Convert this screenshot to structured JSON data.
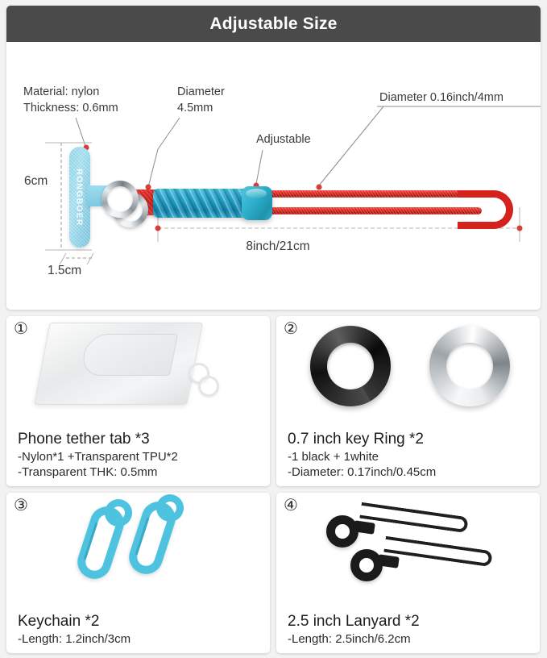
{
  "header": {
    "title": "Adjustable Size"
  },
  "diagram": {
    "annotations": {
      "material": "Material: nylon\nThickness: 0.6mm",
      "diameter_braid": "Diameter\n4.5mm",
      "adjustable": "Adjustable",
      "diameter_red": "Diameter 0.16inch/4mm"
    },
    "dimensions": {
      "height": "6cm",
      "width": "1.5cm",
      "length": "8inch/21cm"
    },
    "brand_text": "RONGBOER"
  },
  "cards": [
    {
      "number": "①",
      "title": "Phone tether tab *3",
      "lines": [
        "-Nylon*1 +Transparent TPU*2",
        "-Transparent THK: 0.5mm"
      ]
    },
    {
      "number": "②",
      "title": "0.7 inch key Ring *2",
      "lines": [
        "-1 black + 1white",
        "-Diameter: 0.17inch/0.45cm"
      ]
    },
    {
      "number": "③",
      "title": "Keychain *2",
      "lines": [
        "-Length: 1.2inch/3cm"
      ]
    },
    {
      "number": "④",
      "title": "2.5 inch Lanyard *2",
      "lines": [
        "-Length: 2.5inch/6.2cm"
      ]
    }
  ],
  "colors": {
    "header_bg": "#4a4a4a",
    "page_bg": "#f2f2f2",
    "panel_bg": "#ffffff",
    "cord_red": "#d4231d",
    "cord_blue": "#1f9fc6",
    "tab_blue": "#93d9ec",
    "marker_red": "#d93a3a",
    "leader_line": "#8c8c8c"
  }
}
